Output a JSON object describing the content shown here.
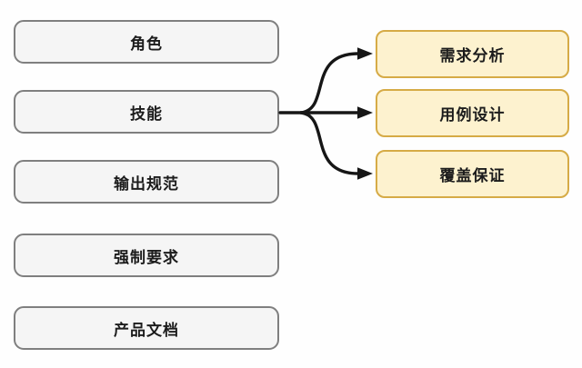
{
  "diagram": {
    "left_nodes": [
      {
        "id": "role",
        "label": "角色"
      },
      {
        "id": "skills",
        "label": "技能"
      },
      {
        "id": "output-spec",
        "label": "输出规范"
      },
      {
        "id": "mandatory-requirements",
        "label": "强制要求"
      },
      {
        "id": "product-docs",
        "label": "产品文档"
      }
    ],
    "right_nodes": [
      {
        "id": "requirement-analysis",
        "label": "需求分析"
      },
      {
        "id": "use-case-design",
        "label": "用例设计"
      },
      {
        "id": "coverage-guarantee",
        "label": "覆盖保证"
      }
    ],
    "edges": [
      {
        "from": "技能",
        "to": "需求分析"
      },
      {
        "from": "技能",
        "to": "用例设计"
      },
      {
        "from": "技能",
        "to": "覆盖保证"
      }
    ]
  },
  "colors": {
    "background": "#fefefe",
    "gray_node_fill": "#f5f5f5",
    "gray_node_border": "#7f7f7f",
    "yellow_node_fill": "#fdf2cf",
    "yellow_node_border": "#d6ab46",
    "arrow": "#161616",
    "text": "#1c1c1c"
  }
}
